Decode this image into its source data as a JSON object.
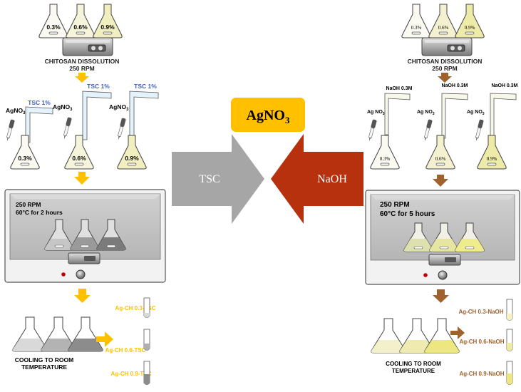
{
  "center": {
    "agno3_label": "AgNO",
    "agno3_sub": "3",
    "tsc_label": "TSC",
    "naoh_label": "NaOH",
    "colors": {
      "agno3_box": "#ffc000",
      "tsc_arrow": "#a6a6a6",
      "naoh_arrow": "#b7310f"
    }
  },
  "left": {
    "flasks_top": [
      "0.3%",
      "0.6%",
      "0.9%"
    ],
    "dissolution_title": "CHITOSAN DISSOLUTION",
    "dissolution_rpm": "250 RPM",
    "reagent": "TSC 1%",
    "dropper": "AgNO",
    "dropper_sub": "3",
    "flasks_mid": [
      "0.3%",
      "0.6%",
      "0.9%"
    ],
    "oven_line1": "250 RPM",
    "oven_line2": "60°C for 2 hours",
    "cooling": "COOLING TO ROOM",
    "cooling2": "TEMPERATURE",
    "products": [
      "Ag-CH 0.3-TSC",
      "Ag-CH 0.6-TSC",
      "Ag-CH 0.9-TSC"
    ],
    "accent": "#ffc000"
  },
  "right": {
    "flasks_top": [
      "0.3%",
      "0.6%",
      "0.9%"
    ],
    "dissolution_title": "CHITOSAN DISSOLUTION",
    "dissolution_rpm": "250 RPM",
    "reagent": "NaOH 0.3M",
    "dropper": "Ag NO",
    "dropper_sub": "3",
    "flasks_mid": [
      "0.3%",
      "0.6%",
      "0.9%"
    ],
    "oven_line1": "250 RPM",
    "oven_line2": "60°C for 5 hours",
    "cooling": "COOLING TO ROOM",
    "cooling2": "TEMPERATURE",
    "products": [
      "Ag-CH 0.3-NaOH",
      "Ag-CH 0.6-NaOH",
      "Ag-CH 0.9-NaOH"
    ],
    "accent": "#a0622d"
  }
}
